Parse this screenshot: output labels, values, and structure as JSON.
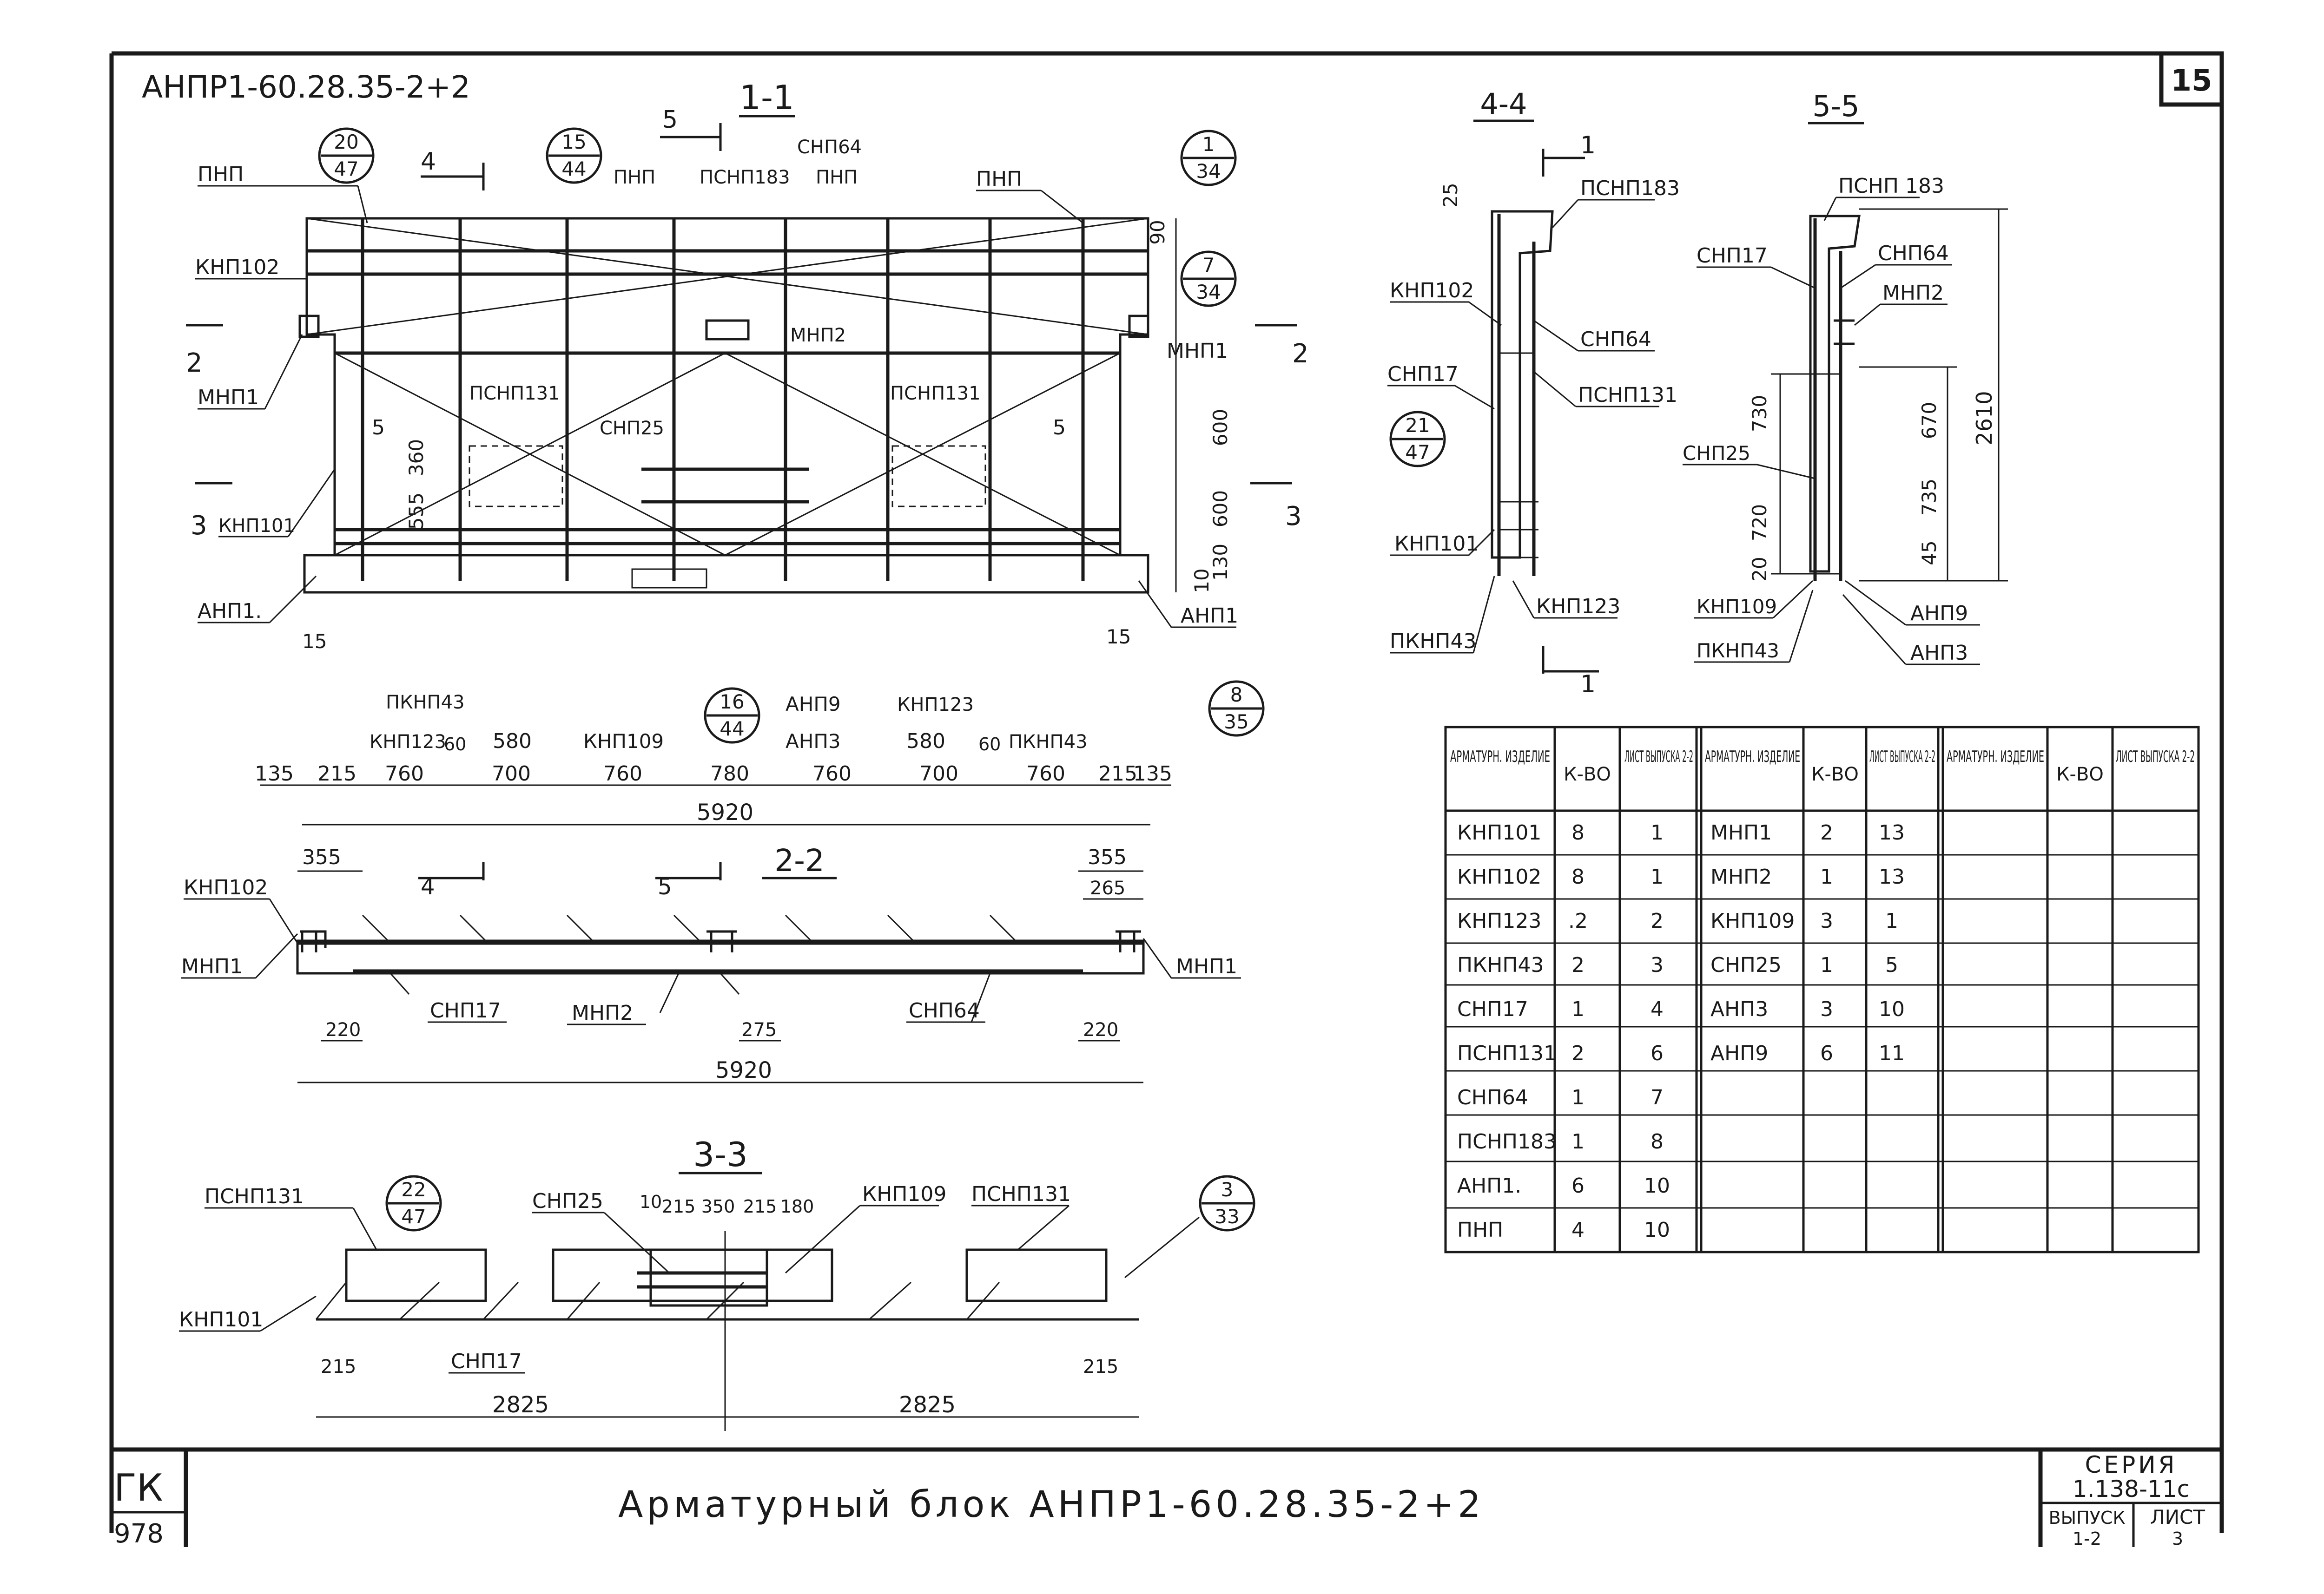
{
  "sheet_number": "15",
  "drawing_code": "АНПР1-60.28.35-2+2",
  "title_block": {
    "title": "Арматурный блок АНПР1-60.28.35-2+2",
    "stamp_abbr": "ГК",
    "stamp_year": "978",
    "series_label": "СЕРИЯ",
    "series_value": "1.138-11с",
    "issue_label": "ВЫПУСК",
    "issue_value": "1-2",
    "sheet_label": "ЛИСТ",
    "sheet_value": "3"
  },
  "section_1_1": {
    "title": "1-1",
    "labels": {
      "pnp": "ПНП",
      "knp102": "КНП102",
      "mnp1": "МНП1",
      "knp101": "КНП101",
      "anp1": "АНП1.",
      "anp1_right": "АНП1",
      "psnp183": "ПСНП183",
      "snp64": "СНП64",
      "mnp2": "МНП2",
      "psnp131": "ПСНП131",
      "snp25": "СНП25",
      "pknp43": "ПКНП43",
      "knp123": "КНП123",
      "knp109": "КНП109",
      "anp9": "АНП9",
      "anp3": "АНП3",
      "pknp43_right": "ПКНП43"
    },
    "callouts": [
      {
        "top": "20",
        "bottom": "47"
      },
      {
        "top": "15",
        "bottom": "44"
      },
      {
        "top": "1",
        "bottom": "34"
      },
      {
        "top": "7",
        "bottom": "34"
      },
      {
        "top": "16",
        "bottom": "44"
      },
      {
        "top": "8",
        "bottom": "35"
      }
    ],
    "cut_marks": {
      "c4": "4",
      "c5": "5",
      "c2": "2",
      "c3": "3"
    },
    "vertical_dims": {
      "d90": "90",
      "d600a": "600",
      "d600b": "600",
      "d130": "130",
      "d10": "10",
      "d555": "555",
      "d360": "360",
      "d5l": "5",
      "d5r": "5"
    },
    "small_dims": {
      "left15": "15",
      "right15": "15",
      "d60l": "60",
      "d60r": "60"
    },
    "bottom_dims": [
      "135",
      "215",
      "760",
      "700",
      "760",
      "780",
      "760",
      "700",
      "760",
      "215",
      "135"
    ],
    "upper_dims": {
      "d580l": "580",
      "d580r": "580"
    },
    "total": "5920"
  },
  "section_2_2": {
    "title": "2-2",
    "labels": {
      "knp102": "КНП102",
      "mnp1_left": "МНП1",
      "mnp1_right": "МНП1",
      "snp17": "СНП17",
      "mnp2": "МНП2",
      "snp64": "СНП64"
    },
    "cut_marks": {
      "c4": "4",
      "c5": "5"
    },
    "dims": {
      "d355l": "355",
      "d355r": "355",
      "d265": "265",
      "d220l": "220",
      "d275": "275",
      "d220r": "220",
      "total": "5920"
    }
  },
  "section_3_3": {
    "title": "3-3",
    "labels": {
      "psnp131_left": "ПСНП131",
      "snp25": "СНП25",
      "knp109": "КНП109",
      "psnp131_right": "ПСНП131",
      "knp101": "КНП101",
      "snp17": "СНП17"
    },
    "callouts": [
      {
        "top": "22",
        "bottom": "47"
      },
      {
        "top": "3",
        "bottom": "33"
      }
    ],
    "top_dims": [
      "10",
      "215",
      "350",
      "215",
      "180"
    ],
    "dims": {
      "d215l": "215",
      "d215r": "215",
      "half_left": "2825",
      "half_right": "2825"
    }
  },
  "section_4_4": {
    "title": "4-4",
    "labels": {
      "psnp183": "ПСНП183",
      "knp102": "КНП102",
      "snp64": "СНП64",
      "snp17": "СНП17",
      "psnp131": "ПСНП131",
      "knp101": "КНП101",
      "knp123": "КНП123",
      "pknp43": "ПКНП43"
    },
    "callout": {
      "top": "21",
      "bottom": "47"
    },
    "cut_marks": {
      "top": "1",
      "bottom": "1"
    },
    "dims": {
      "d25": "25"
    }
  },
  "section_5_5": {
    "title": "5-5",
    "labels": {
      "psnp183": "ПСНП 183",
      "snp17": "СНП17",
      "snp64": "СНП64",
      "mnp2": "МНП2",
      "snp25": "СНП25",
      "knp109": "КНП109",
      "pknp43": "ПКНП43",
      "anp9": "АНП9",
      "anp3": "АНП3"
    },
    "dims": {
      "d730": "730",
      "d720": "720",
      "d20": "20",
      "d670": "670",
      "d735": "735",
      "d45": "45",
      "d2610": "2610"
    }
  },
  "schedule": {
    "headers": [
      "АРМАТУРН. ИЗДЕЛИЕ",
      "К-ВО",
      "ЛИСТ ВЫПУСКА 2-2"
    ],
    "group1": [
      {
        "item": "КНП101",
        "qty": "8",
        "sheet": "1"
      },
      {
        "item": "КНП102",
        "qty": "8",
        "sheet": "1"
      },
      {
        "item": "КНП123",
        "qty": ".2",
        "sheet": "2"
      },
      {
        "item": "ПКНП43",
        "qty": "2",
        "sheet": "3"
      },
      {
        "item": "СНП17",
        "qty": "1",
        "sheet": "4"
      },
      {
        "item": "ПСНП131",
        "qty": "2",
        "sheet": "6"
      },
      {
        "item": "СНП64",
        "qty": "1",
        "sheet": "7"
      },
      {
        "item": "ПСНП183",
        "qty": "1",
        "sheet": "8"
      },
      {
        "item": "АНП1.",
        "qty": "6",
        "sheet": "10"
      },
      {
        "item": "ПНП",
        "qty": "4",
        "sheet": "10"
      }
    ],
    "group2": [
      {
        "item": "МНП1",
        "qty": "2",
        "sheet": "13"
      },
      {
        "item": "МНП2",
        "qty": "1",
        "sheet": "13"
      },
      {
        "item": "КНП109",
        "qty": "3",
        "sheet": "1"
      },
      {
        "item": "СНП25",
        "qty": "1",
        "sheet": "5"
      },
      {
        "item": "АНП3",
        "qty": "3",
        "sheet": "10"
      },
      {
        "item": "АНП9",
        "qty": "6",
        "sheet": "11"
      }
    ]
  }
}
